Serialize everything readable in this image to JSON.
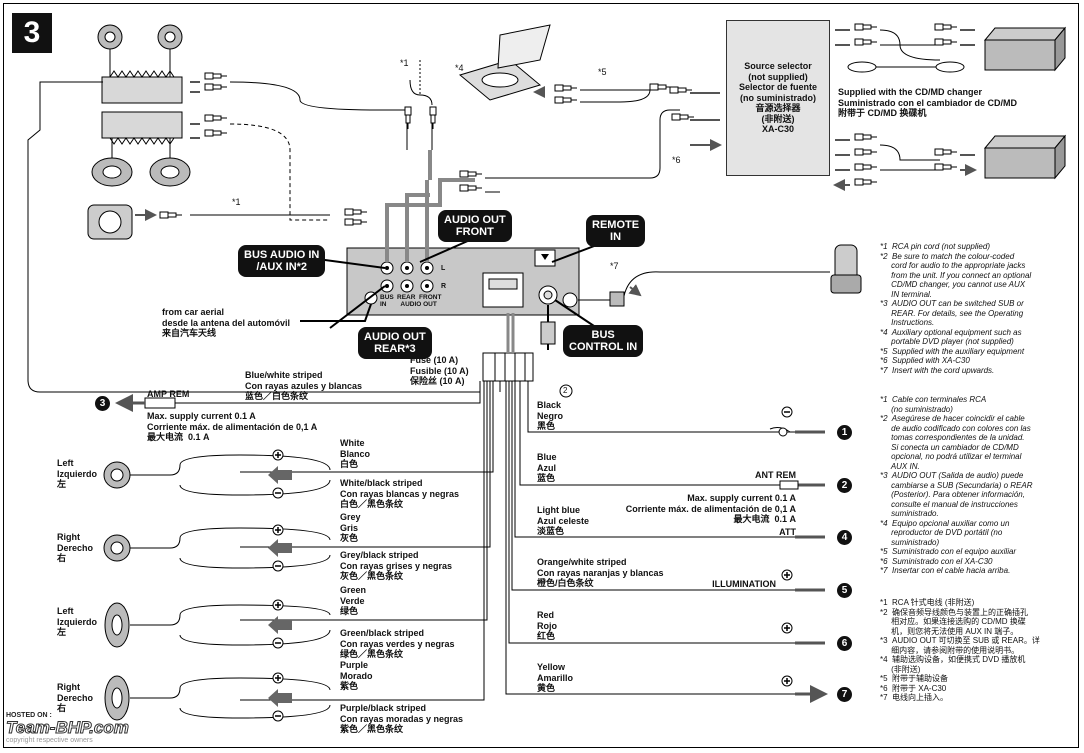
{
  "figure_number": "3",
  "source_selector": {
    "lines": [
      "Source selector",
      "(not supplied)",
      "Selector de fuente",
      "(no suministrado)",
      "音源选择器",
      "(非附送)",
      "XA-C30"
    ]
  },
  "cdmd_changer": {
    "lines": [
      "Supplied with the CD/MD changer",
      "Suministrado con el cambiador de CD/MD",
      "附带于 CD/MD 换碟机"
    ]
  },
  "callouts": {
    "audio_out_front": "AUDIO OUT\nFRONT",
    "bus_audio_in": "BUS AUDIO IN\n/AUX IN*2",
    "audio_out_rear": "AUDIO OUT\nREAR*3",
    "remote_in": "REMOTE\nIN",
    "bus_control_in": "BUS\nCONTROL IN"
  },
  "marks": {
    "m1a": "*1",
    "m1b": "*1",
    "m4": "*4",
    "m5": "*5",
    "m6": "*6",
    "m7": "*7",
    "L": "L",
    "R": "R",
    "bus_in": "BUS\nIN",
    "rear_front_out": "REAR  FRONT\n  AUDIO OUT",
    "circle2": "2"
  },
  "aerial": "from car aerial\ndesde la antena del automóvil\n来自汽车天线",
  "fuse": "Fuse (10 A)\nFusible (10 A)\n保险丝 (10 A)",
  "amp_rem": {
    "stripe": "Blue/white striped\nCon rayas azules y blancas\n蓝色／白色条纹",
    "label": "AMP REM",
    "supply": "Max. supply current 0.1 A\nCorriente máx. de alimentación de 0,1 A\n最大电流  0.1 A",
    "num": "3"
  },
  "wires": [
    {
      "text": "Black\nNegro\n黑色",
      "num": "1"
    },
    {
      "text": "Blue\nAzul\n蓝色",
      "extra": "ANT REM",
      "num": "2"
    },
    {
      "text": "Light blue\nAzul celeste\n淡蓝色",
      "extra": "ATT",
      "num": "4"
    },
    {
      "text": "Orange/white striped\nCon rayas naranjas y blancas\n橙色/白色条纹",
      "extra": "ILLUMINATION",
      "num": "5"
    },
    {
      "text": "Red\nRojo\n红色",
      "num": "6"
    },
    {
      "text": "Yellow\nAmarillo\n黄色",
      "num": "7"
    }
  ],
  "ant_rem_supply": "Max. supply current 0.1 A\nCorriente máx. de alimentación de 0,1 A\n最大电流  0.1 A",
  "speakers": [
    {
      "side": "Left\nIzquierdo\n左",
      "plus": "White\nBlanco\n白色",
      "minus": "White/black striped\nCon rayas blancas y negras\n白色／黑色条纹"
    },
    {
      "side": "Right\nDerecho\n右",
      "plus": "Grey\nGris\n灰色",
      "minus": "Grey/black striped\nCon rayas grises y negras\n灰色／黑色条纹"
    },
    {
      "side": "Left\nIzquierdo\n左",
      "plus": "Green\nVerde\n绿色",
      "minus": "Green/black striped\nCon rayas verdes y negras\n绿色／黑色条纹"
    },
    {
      "side": "Right\nDerecho\n右",
      "plus": "Purple\nMorado\n紫色",
      "minus": "Purple/black striped\nCon rayas moradas y negras\n紫色／黑色条纹"
    }
  ],
  "notes_en": "*1  RCA pin cord (not supplied)\n*2  Be sure to match the colour-coded\n     cord for audio to the appropriate jacks\n     from the unit. If you connect an optional\n     CD/MD changer, you cannot use AUX\n     IN terminal.\n*3  AUDIO OUT can be switched SUB or\n     REAR. For details, see the Operating\n     Instructions.\n*4  Auxiliary optional equipment such as\n     portable DVD player (not supplied)\n*5  Supplied with the auxiliary equipment\n*6  Supplied with XA-C30\n*7  Insert with the cord upwards.",
  "notes_es": "*1  Cable con terminales RCA\n     (no suministrado)\n*2  Asegúrese de hacer coincidir el cable\n     de audio codificado con colores con las\n     tomas correspondientes de la unidad.\n     Si conecta un cambiador de CD/MD\n     opcional, no podrá utilizar el terminal\n     AUX IN.\n*3  AUDIO OUT (Salida de audio) puede\n     cambiarse a SUB (Secundaria) o REAR\n     (Posterior). Para obtener información,\n     consulte el manual de instrucciones\n     suministrado.\n*4  Equipo opcional auxiliar como un\n     reproductor de DVD portátil (no\n     suministrado)\n*5  Suministrado con el equipo auxiliar\n*6  Suministrado con el XA-C30\n*7  Insertar con el cable hacia arriba.",
  "notes_cn": "*1  RCA 针式电线 (非附送)\n*2  确保音频导线颜色与装置上的正确插孔\n     相对应。如果连接选购的 CD/MD 换碟\n     机，则您将无法使用 AUX IN 端子。\n*3  AUDIO OUT 可切换至 SUB 或 REAR。详\n     细内容，请参阅附带的使用说明书。\n*4  辅助选购设备，如便携式 DVD 播放机\n     (非附送)\n*5  附带于辅助设备\n*6  附带于 XA-C30\n*7  电线向上插入。",
  "watermark": {
    "hosted": "HOSTED ON :",
    "brand": "Team-BHP.com",
    "copy": "copyright respective owners"
  }
}
